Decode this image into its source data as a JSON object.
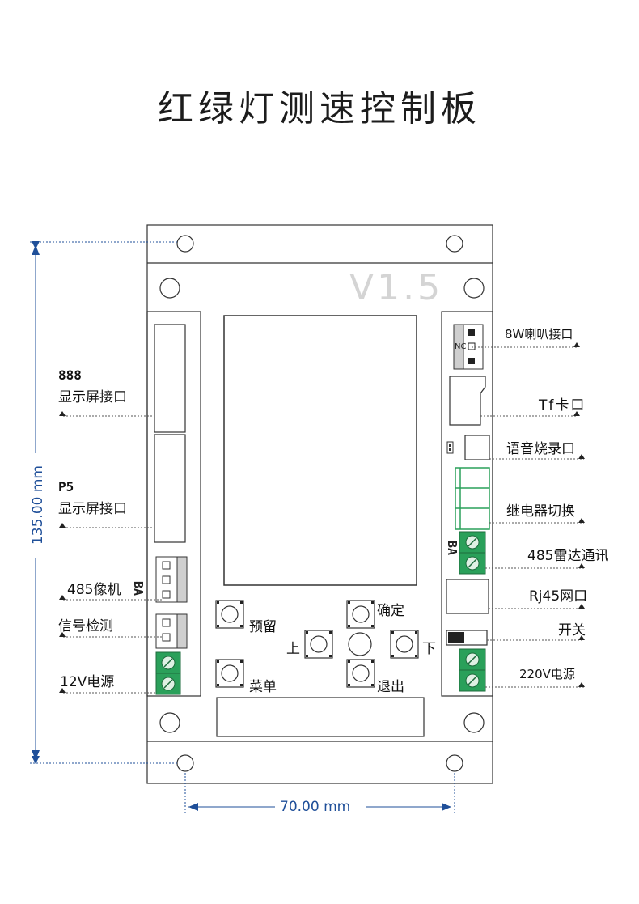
{
  "title": "红绿灯测速控制板",
  "version": "V1.5",
  "dimensions": {
    "height_label": "135.00 mm",
    "width_label": "70.00 mm"
  },
  "left_labels": {
    "seg888_code": "888",
    "seg888_text": "显示屏接口",
    "p5_code": "P5",
    "p5_text": "显示屏接口",
    "camera485": "485像机",
    "camera485_code": "BA",
    "signal": "信号检测",
    "power12v": "12V电源"
  },
  "right_labels": {
    "speaker": "8W喇叭接口",
    "nc": "NC",
    "tf": "Tf卡口",
    "voice": "语音烧录口",
    "relay": "继电器切换",
    "radar485_code": "BA",
    "radar485": "485雷达通讯",
    "rj45": "Rj45网口",
    "switch": "开关",
    "power220v": "220V电源"
  },
  "buttons": {
    "reserve": "预留",
    "confirm": "确定",
    "up": "上",
    "down": "下",
    "menu": "菜单",
    "exit": "退出"
  },
  "colors": {
    "dimension_blue": "#1f4f99",
    "terminal_green": "#2aa05a",
    "board_line": "#333333"
  }
}
